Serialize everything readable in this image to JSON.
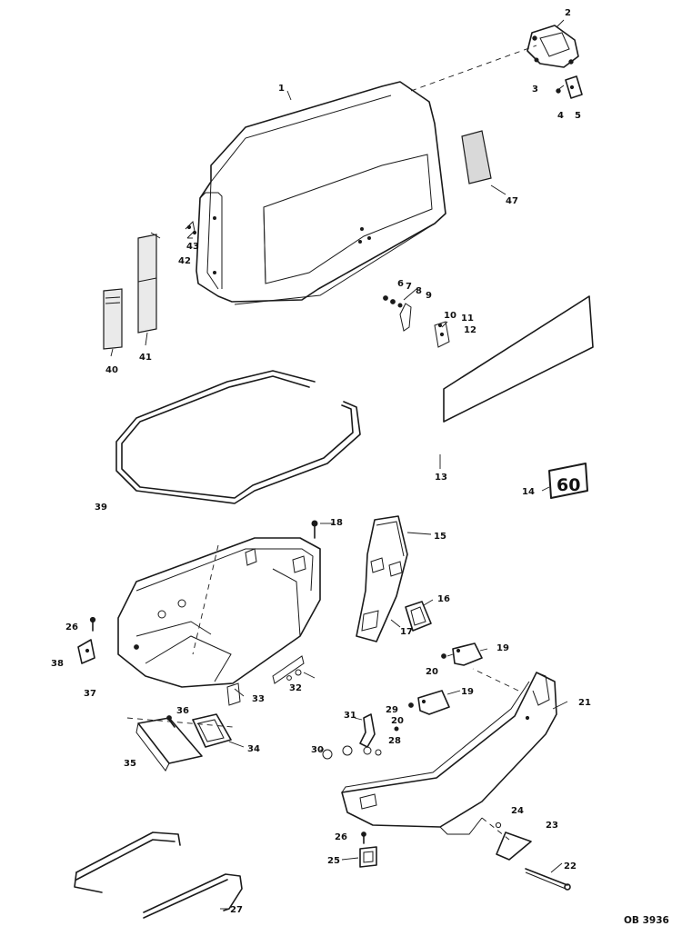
{
  "diagram": {
    "code": "OB 3936",
    "decal_text": "60",
    "callouts": [
      "1",
      "2",
      "3",
      "4",
      "5",
      "6",
      "7",
      "8",
      "9",
      "10",
      "11",
      "12",
      "13",
      "14",
      "15",
      "16",
      "17",
      "18",
      "19",
      "19",
      "20",
      "20",
      "21",
      "22",
      "23",
      "24",
      "25",
      "26",
      "26",
      "27",
      "28",
      "29",
      "30",
      "31",
      "32",
      "33",
      "34",
      "35",
      "36",
      "37",
      "38",
      "39",
      "40",
      "41",
      "42",
      "43",
      "47"
    ]
  }
}
